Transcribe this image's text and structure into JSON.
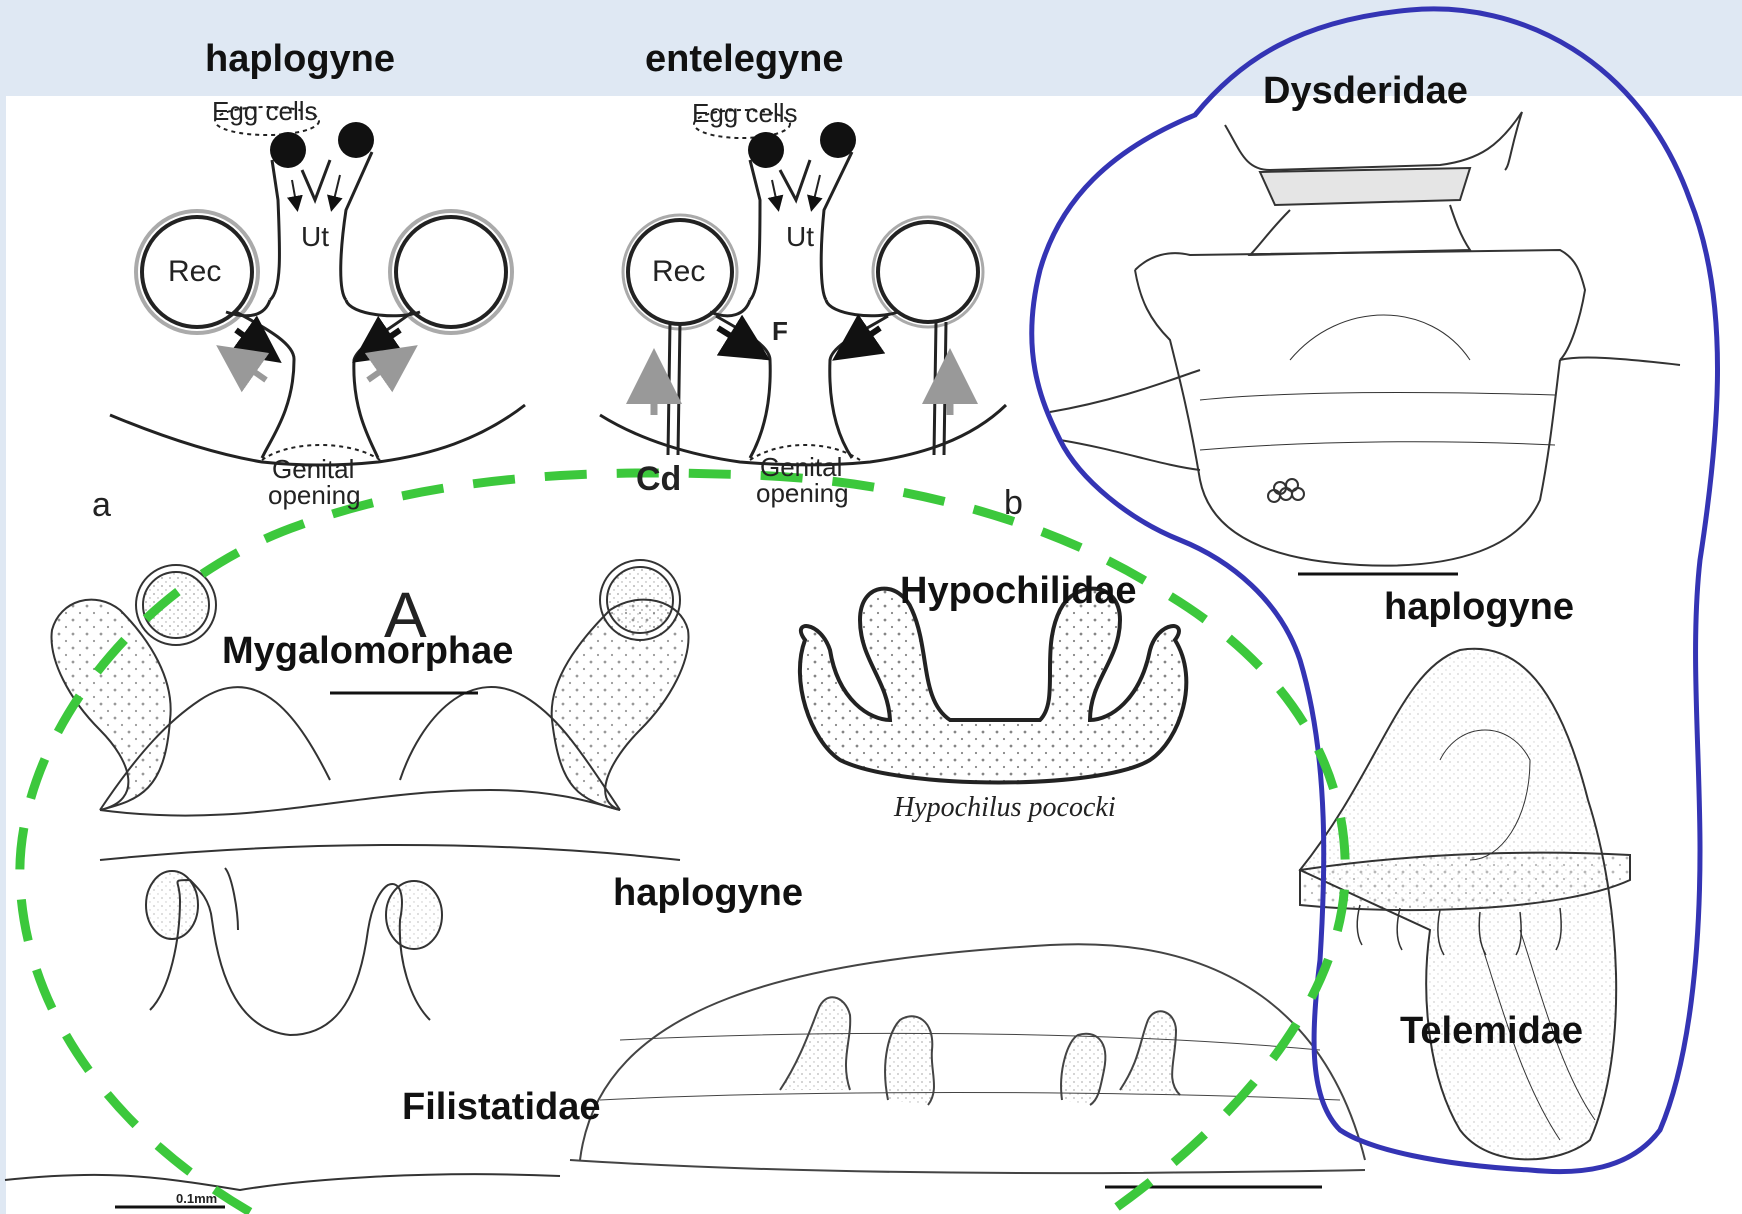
{
  "headings": {
    "haplogyne_top": "haplogyne",
    "entelegyne_top": "entelegyne",
    "dysderidae": "Dysderidae",
    "haplogyne_right": "haplogyne",
    "hypochilidae": "Hypochilidae",
    "mygalomorphae": "Mygalomorphae",
    "haplogyne_center": "haplogyne",
    "filistatidae": "Filistatidae",
    "telemidae": "Telemidae"
  },
  "schematic_a": {
    "egg_cells": "Egg cells",
    "ut": "Ut",
    "rec": "Rec",
    "genital": "Genital",
    "opening": "opening",
    "panel_letter": "a"
  },
  "schematic_b": {
    "egg_cells": "Egg cells",
    "ut": "Ut",
    "rec": "Rec",
    "f_label": "F",
    "cd_label": "Cd",
    "genital": "Genital",
    "opening": "opening",
    "panel_letter": "b"
  },
  "figure_letter_A": "A",
  "species_caption": "Hypochilus pococki",
  "scale_label": "0.1mm",
  "colors": {
    "band": "#dfe8f3",
    "green_dashed": "#3cc83c",
    "blue_outline": "#3434b4",
    "ink": "#222222"
  }
}
